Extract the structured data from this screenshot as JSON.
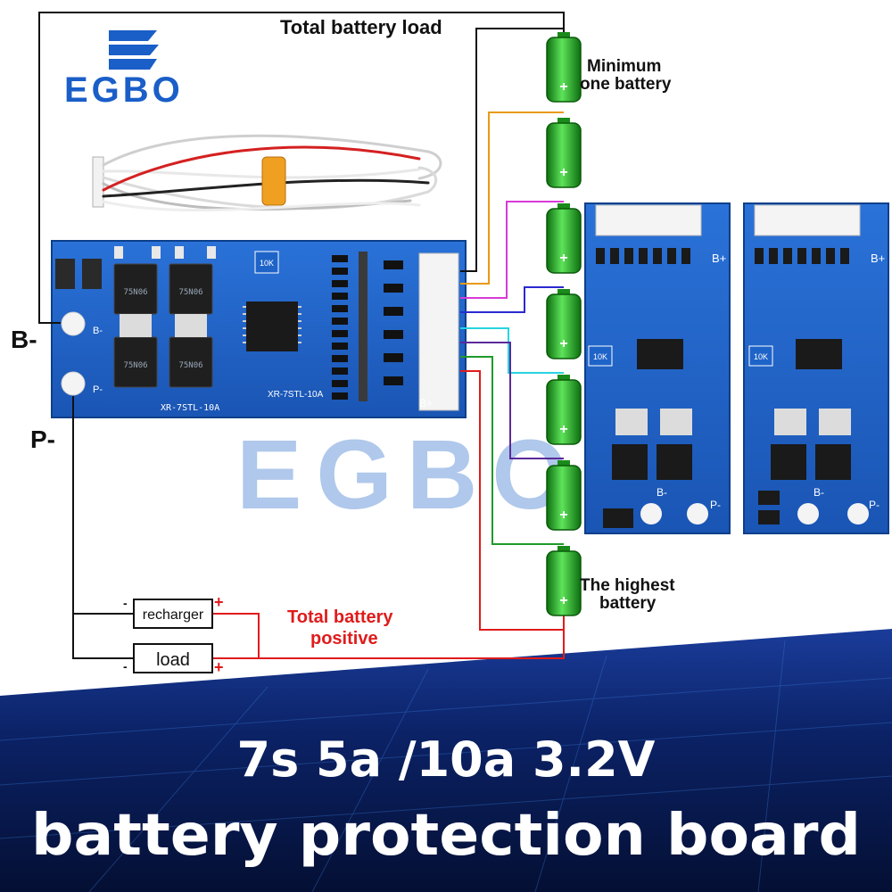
{
  "brand": {
    "logo_text": "EGBO",
    "watermark_text": "EGBO"
  },
  "labels": {
    "total_battery_load": "Total battery load",
    "minimum_battery_line1": "Minimum",
    "minimum_battery_line2": "one battery",
    "highest_battery_line1": "The highest",
    "highest_battery_line2": "battery",
    "b_minus": "B-",
    "p_minus": "P-",
    "recharger": "recharger",
    "load": "load",
    "total_battery_positive_line1": "Total battery",
    "total_battery_positive_line2": "positive",
    "plus_sign": "+",
    "minus_sign": "-"
  },
  "board": {
    "model_text": "XR-7STL-10A",
    "resistor_text": "10K",
    "chip_text": "75N06",
    "pad_b_plus": "B+",
    "pad_b_minus": "B-",
    "pad_p_minus": "P-"
  },
  "banner": {
    "line1": "7s 5a /10a 3.2V",
    "line2": "battery protection board"
  },
  "colors": {
    "board_blue": "#1e63c8",
    "battery_green": "#2fb52f",
    "wire_red": "#e01b1b",
    "wire_black": "#111111",
    "wire_orange": "#e89a16",
    "wire_magenta": "#d83ad8",
    "wire_blue": "#2a2ad0",
    "wire_cyan": "#26d4e0",
    "wire_purple": "#5a2a9a",
    "wire_green": "#1f9a2a",
    "banner_dark": "#071a4a"
  },
  "battery_count": 7
}
